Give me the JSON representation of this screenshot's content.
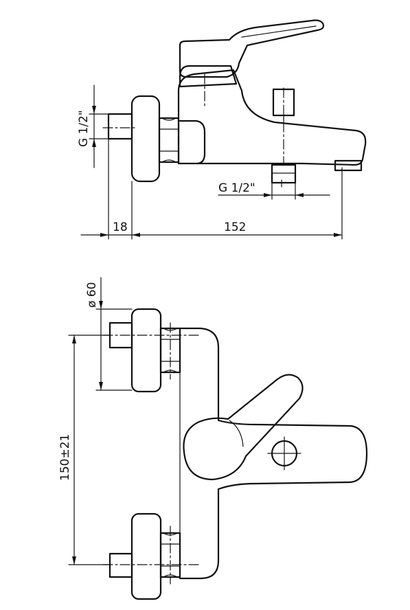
{
  "side_view": {
    "thread_label_inlet": "G 1/2\"",
    "thread_label_outlet": "G 1/2\"",
    "dimension_wall": "18",
    "dimension_length": "152"
  },
  "top_view": {
    "diameter_label": "ø 60",
    "center_distance_label": "150±21"
  }
}
